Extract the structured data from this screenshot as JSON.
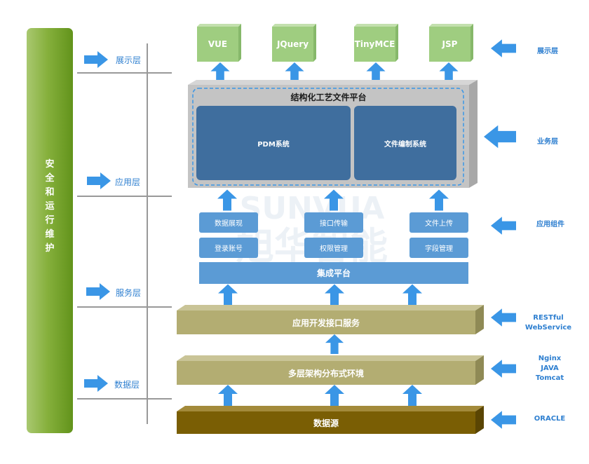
{
  "security": {
    "chars": [
      "安",
      "全",
      "和",
      "运",
      "行",
      "维",
      "护"
    ]
  },
  "left_layers": {
    "presentation": "展示层",
    "application": "应用层",
    "service": "服务层",
    "data": "数据层"
  },
  "right_layers": {
    "presentation": "展示层",
    "business": "业务层",
    "components": "应用组件",
    "restful_line1": "RESTful",
    "restful_line2": "WebService",
    "nginx": "Nginx",
    "java": "JAVA",
    "tomcat": "Tomcat",
    "oracle": "ORACLE"
  },
  "techs": [
    "VUE",
    "JQuery",
    "TinyMCE",
    "JSP"
  ],
  "platform": {
    "title": "结构化工艺文件平台",
    "pdm": "PDM系统",
    "file_system": "文件编制系统"
  },
  "components": {
    "data_display": "数据展现",
    "interface_transfer": "接口传输",
    "file_upload": "文件上传",
    "login_account": "登录账号",
    "permission_mgmt": "权限管理",
    "field_mgmt": "字段管理"
  },
  "integration": "集成平台",
  "api_service": "应用开发接口服务",
  "multi_layer": "多层架构分布式环境",
  "data_source": "数据源",
  "watermark": "SUNVUA 旭华智能",
  "colors": {
    "arrow": "#3a96e6",
    "label_blue": "#2e7fd0",
    "tech_green": "#9fcd80",
    "platform_blue": "#3f6e9e",
    "component_blue": "#5b9bd5",
    "band_khaki": "#b3ad72",
    "band_dark": "#7a5e04"
  }
}
